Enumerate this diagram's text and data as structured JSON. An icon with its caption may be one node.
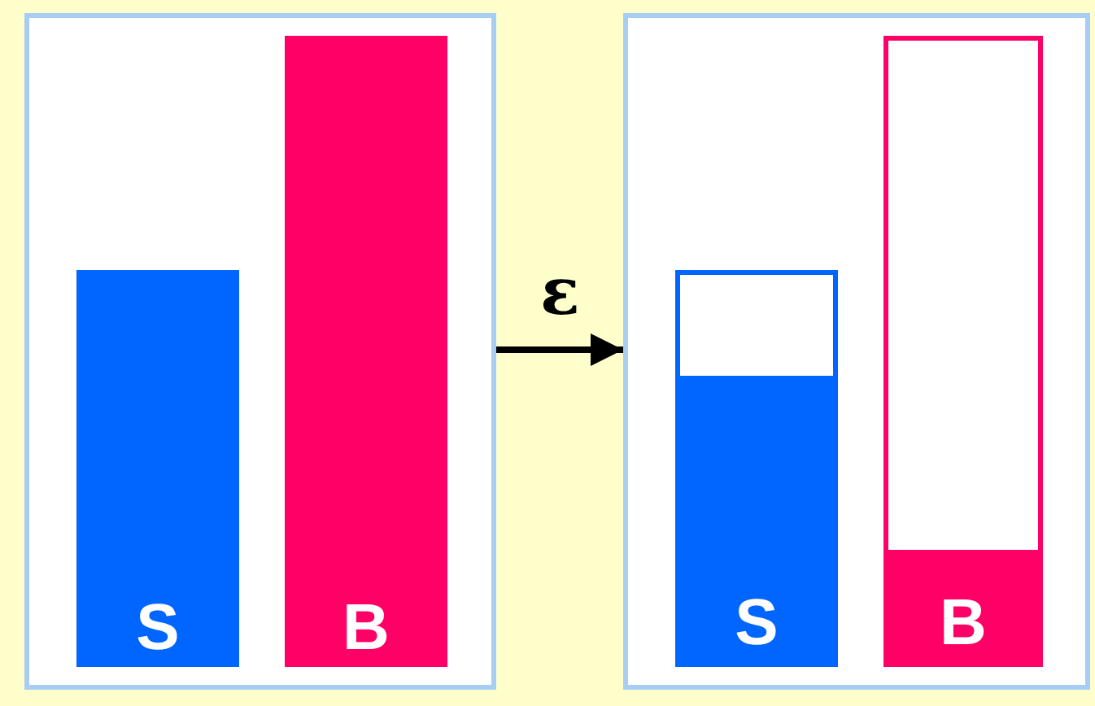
{
  "diagram": {
    "nodes": [
      {
        "text": [],
        "shape": "box"
      },
      {
        "text": [
          "S"
        ],
        "in": 0
      },
      {
        "text": [
          "B"
        ],
        "in": 0
      },
      {
        "text": [],
        "shape": "box"
      },
      {
        "text": [
          "S"
        ],
        "in": 3
      },
      {
        "text": [
          "B"
        ],
        "in": 3
      }
    ],
    "edges": [
      {
        "from": 0,
        "to": 3,
        "arrow": "to",
        "label": "ε"
      }
    ]
  }
}
